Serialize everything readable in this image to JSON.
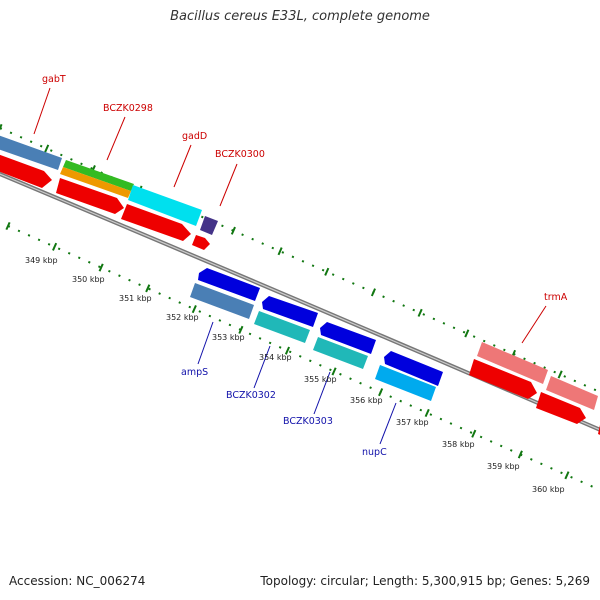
{
  "title": "Bacillus cereus E33L, complete genome",
  "footer": {
    "accession": "Accession: NC_006274",
    "topology": "Topology: circular; Length: 5,300,915 bp; Genes: 5,269"
  },
  "colors": {
    "backbone": "#777777",
    "cds_red": "#ee0000",
    "dark_blue": "#0000dd",
    "steel_blue": "#4a7fb5",
    "teal": "#20b8b8",
    "cyan": "#00e0ee",
    "light_blue": "#00aaee",
    "green": "#33bb22",
    "orange": "#ee9900",
    "pink": "#ee7777",
    "purple": "#443388",
    "tick_green": "#117711",
    "label_top": "#cc0000",
    "label_bottom": "#1111aa"
  },
  "scale_labels": [
    "349 kbp",
    "350 kbp",
    "351 kbp",
    "352 kbp",
    "353 kbp",
    "354 kbp",
    "355 kbp",
    "356 kbp",
    "357 kbp",
    "358 kbp",
    "359 kbp",
    "360 kbp"
  ],
  "gene_labels_top": [
    "gabT",
    "BCZK0298",
    "gadD",
    "BCZK0300",
    "trmA"
  ],
  "gene_labels_bottom": [
    "ampS",
    "BCZK0302",
    "BCZK0303",
    "nupC"
  ]
}
